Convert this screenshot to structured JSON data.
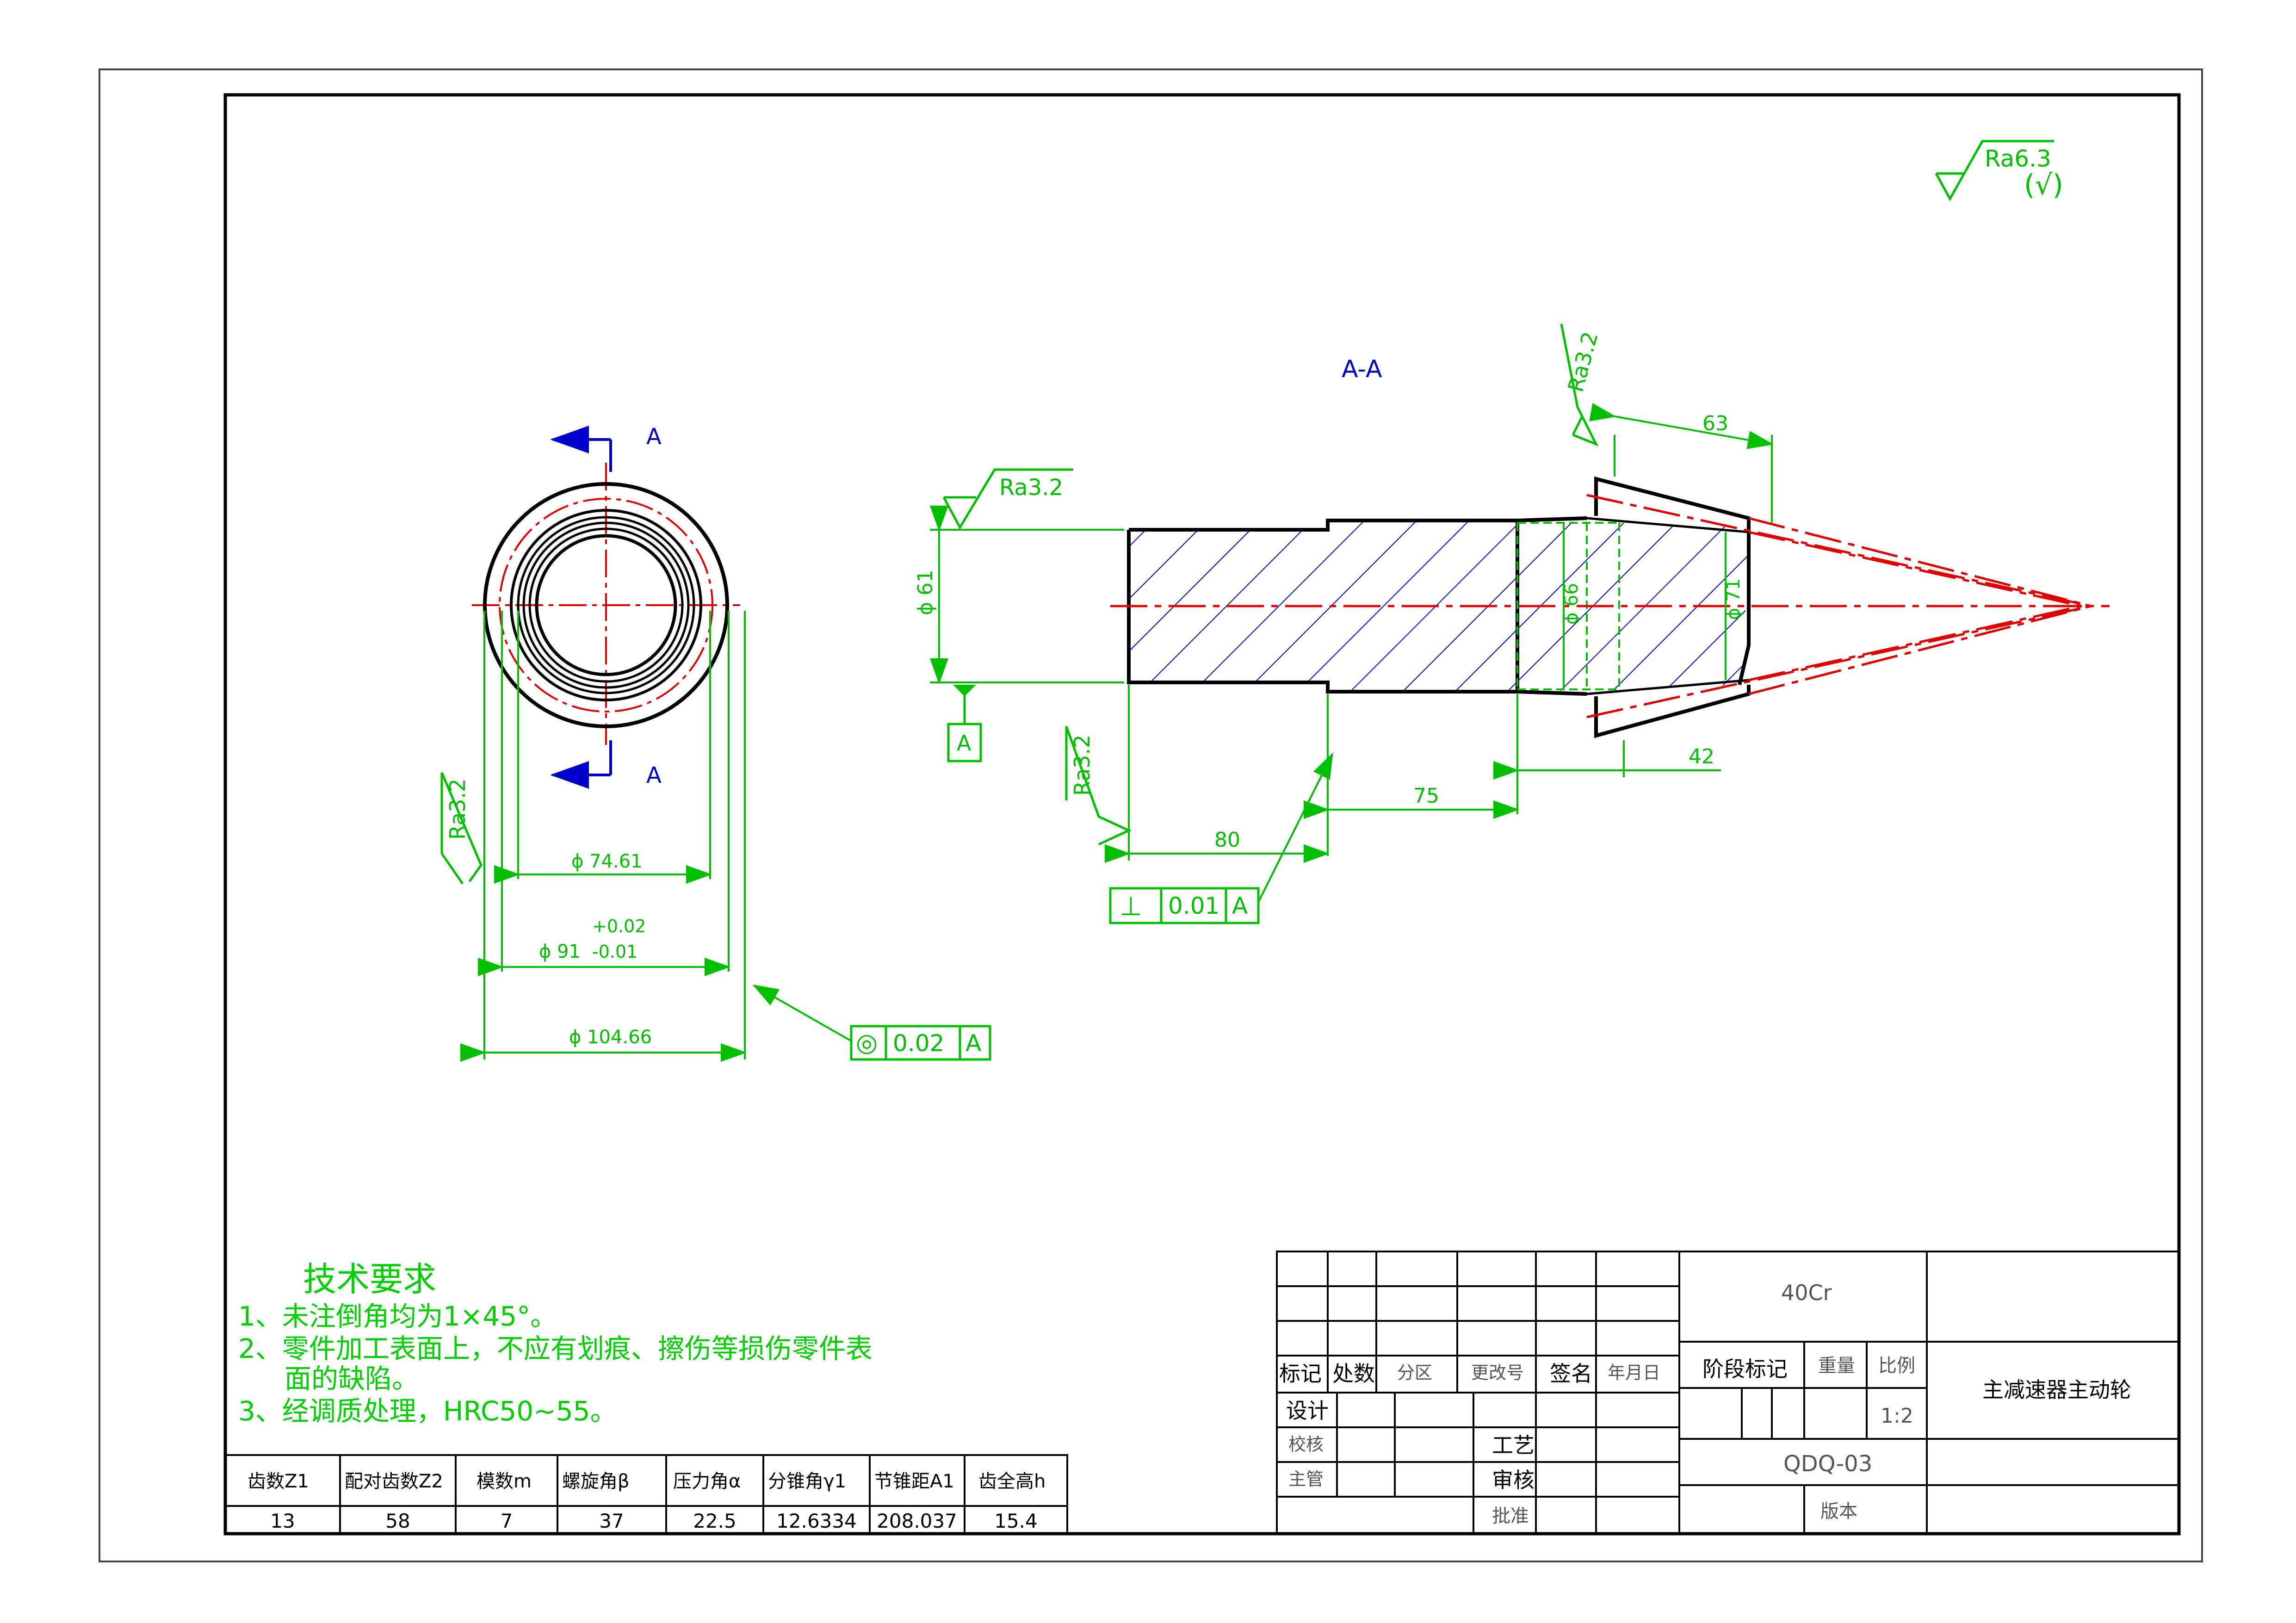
{
  "section_label": "A-A",
  "section_marks": [
    "A",
    "A"
  ],
  "roughness": {
    "general": "Ra6.3",
    "general_paren": "(√)",
    "shaft": "Ra3.2",
    "gear_top": "Ra3.2",
    "bottom_left": "Ra3.2",
    "ring_left": "Ra3.2"
  },
  "dimensions": {
    "d61": "ϕ 61",
    "d66": "ϕ 66",
    "d71": "ϕ 71",
    "l63": "63",
    "l42": "42",
    "l75": "75",
    "l80": "80",
    "d74": "ϕ 74.61",
    "d91": "ϕ 91",
    "d91_upper": "+0.02",
    "d91_lower": "-0.01",
    "d104": "ϕ 104.66"
  },
  "datum": "A",
  "tolerances": {
    "perp": {
      "symbol": "⊥",
      "value": "0.01",
      "datum": "A"
    },
    "conc": {
      "symbol": "◎",
      "value": "0.02",
      "datum": "A"
    }
  },
  "notes": {
    "title": "技术要求",
    "lines": [
      "1、未注倒角均为1×45°。",
      "2、零件加工表面上，不应有划痕、擦伤等损伤零件表",
      "面的缺陷。",
      "3、经调质处理，HRC50~55。"
    ]
  },
  "gear_table": {
    "headers": [
      "齿数Z1",
      "配对齿数Z2",
      "模数m",
      "螺旋角β",
      "压力角α",
      "分锥角γ1",
      "节锥距A1",
      "齿全高h"
    ],
    "values": [
      "13",
      "58",
      "7",
      "37",
      "22.5",
      "12.6334",
      "208.037",
      "15.4"
    ]
  },
  "title_block": {
    "material": "40Cr",
    "part_name": "主减速器主动轮",
    "drawing_no": "QDQ-03",
    "scale": "1:2",
    "labels": {
      "mark": "标记",
      "count": "处数",
      "zone": "分区",
      "change_no": "更改号",
      "sign": "签名",
      "date": "年月日",
      "stage_mark": "阶段标记",
      "weight": "重量",
      "scale": "比例",
      "design": "设计",
      "check": "校核",
      "craft": "工艺",
      "supervisor": "主管",
      "review": "审核",
      "approve": "批准",
      "version": "版本"
    }
  }
}
